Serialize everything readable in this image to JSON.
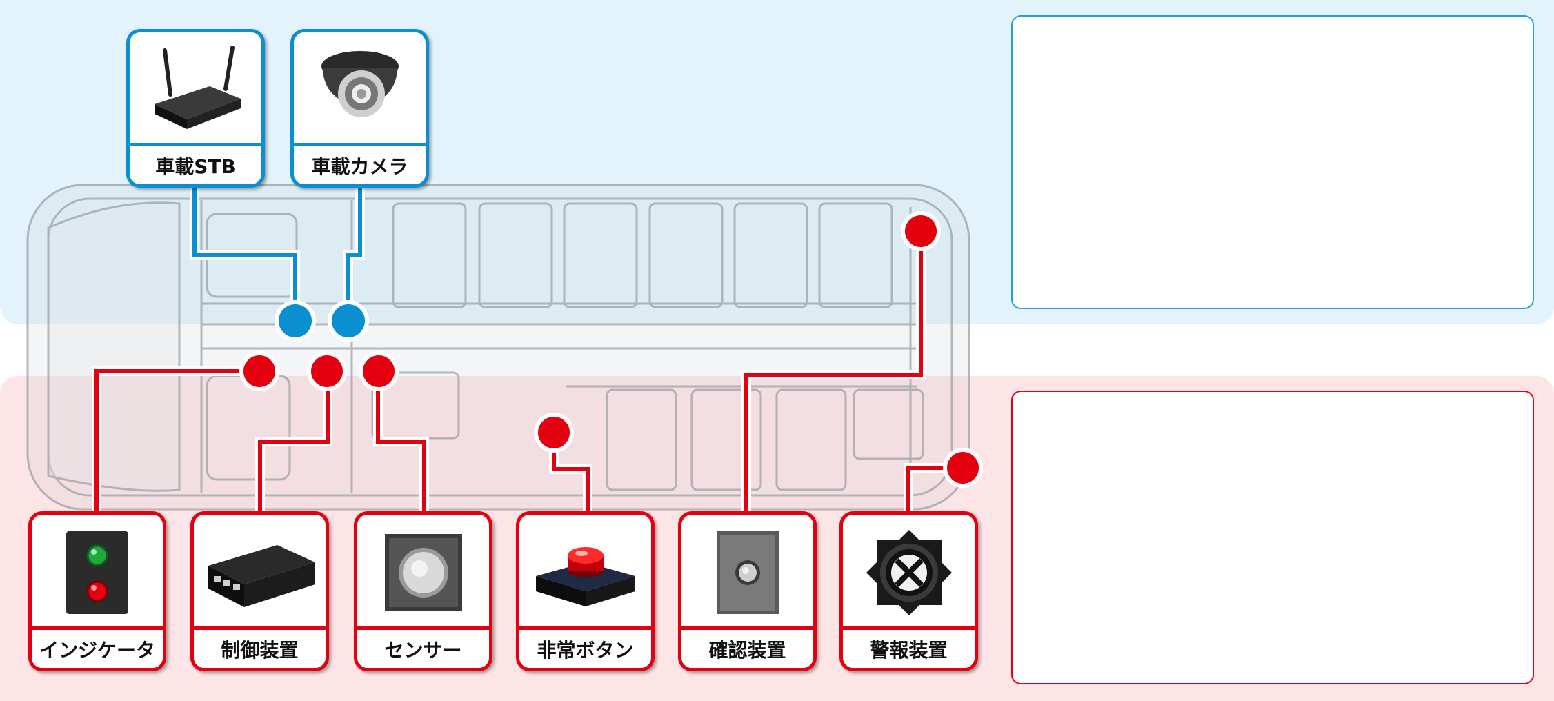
{
  "colors": {
    "blue_accent": "#0a8fd0",
    "red_accent": "#e3000f",
    "blue_band": "#e3f3fb",
    "red_band": "#fde4e6"
  },
  "devices": {
    "stb": {
      "label": "車載STB",
      "icon": "router-icon"
    },
    "camera": {
      "label": "車載カメラ",
      "icon": "dome-camera-icon"
    },
    "indicator": {
      "label": "インジケータ",
      "icon": "indicator-lamp-icon"
    },
    "controller": {
      "label": "制御装置",
      "icon": "control-box-icon"
    },
    "sensor": {
      "label": "センサー",
      "icon": "sensor-icon"
    },
    "emergency": {
      "label": "非常ボタン",
      "icon": "emergency-button-icon"
    },
    "confirm": {
      "label": "確認装置",
      "icon": "confirm-switch-icon"
    },
    "alarm": {
      "label": "警報装置",
      "icon": "alarm-speaker-icon"
    }
  }
}
